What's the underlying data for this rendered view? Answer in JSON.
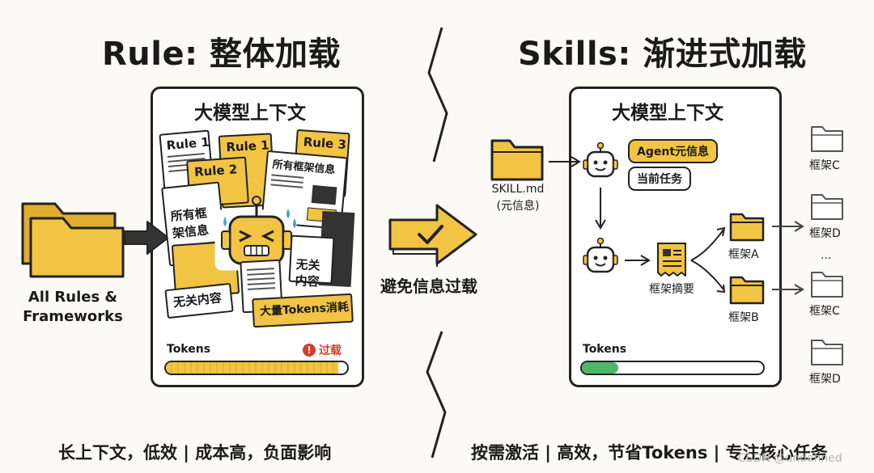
{
  "left": {
    "title": "Rule: 整体加载",
    "context_title": "大模型上下文",
    "folder_label": "All Rules & Frameworks",
    "docs": {
      "rule1a": "Rule 1",
      "rule1b": "Rule 1",
      "rule3": "Rule 3",
      "rule2": "Rule 2",
      "framework_all_1": "所有框架信息",
      "framework_all_2": "所有框\n架信息",
      "irrelevant_1": "无关\n内容",
      "irrelevant_2": "无关内容",
      "token_heavy": "大量Tokens消耗"
    },
    "tokens_label": "Tokens",
    "overload_label": "过载",
    "token_usage": 0.95,
    "bottom_text": "长上下文，低效 | 成本高，负面影响"
  },
  "middle": {
    "label": "避免信息过载"
  },
  "right": {
    "title": "Skills: 渐进式加载",
    "context_title": "大模型上下文",
    "skill_file": "SKILL.md",
    "skill_meta": "(元信息)",
    "bubble_agent": "Agent元信息",
    "bubble_task": "当前任务",
    "summary_label": "框架摘要",
    "framework_a": "框架A",
    "framework_b": "框架B",
    "tokens_label": "Tokens",
    "token_usage": 0.2,
    "outside": [
      {
        "label": "框架C"
      },
      {
        "label": "框架D"
      },
      {
        "label": "..."
      },
      {
        "label": "框架C"
      },
      {
        "label": "框架D"
      }
    ],
    "bottom_text": "按需激活 | 高效，节省Tokens | 专注核心任务"
  },
  "watermark": "CSDN @undefined",
  "colors": {
    "folder_yellow": "#f2c443",
    "overload_red": "#d93a2b",
    "token_green": "#4cb869",
    "bar_yellow": "#f2c443"
  }
}
